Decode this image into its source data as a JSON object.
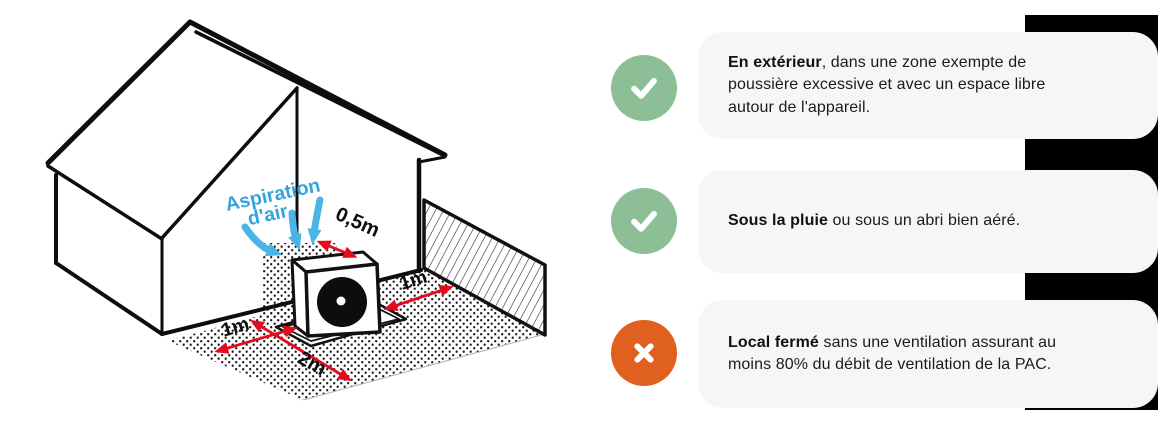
{
  "diagram": {
    "air_label_line1": "Aspiration",
    "air_label_line2": "d'air",
    "dim_back_wall": "0,5m",
    "dim_right": "1m",
    "dim_left": "1m",
    "dim_front": "2m"
  },
  "cards": [
    {
      "status": "ok",
      "icon": "check-icon",
      "bold": "En extérieur",
      "text": ", dans une zone exempte de poussière excessive et avec un espace libre autour de l'appareil."
    },
    {
      "status": "ok",
      "icon": "check-icon",
      "bold": "Sous la pluie",
      "text": " ou sous un abri bien aéré."
    },
    {
      "status": "no",
      "icon": "cross-icon",
      "bold": "Local fermé",
      "text": " sans une ventilation assurant au moins 80% du débit de ventilation de la PAC."
    }
  ],
  "colors": {
    "green": "#8CBF96",
    "orange": "#E0611F",
    "red": "#E60A1E",
    "blue": "#4AB4E6",
    "blue_dark": "#35A3DC",
    "card_bg": "#F6F6F6",
    "ink": "#0D0D0D",
    "bar": "#000000"
  }
}
